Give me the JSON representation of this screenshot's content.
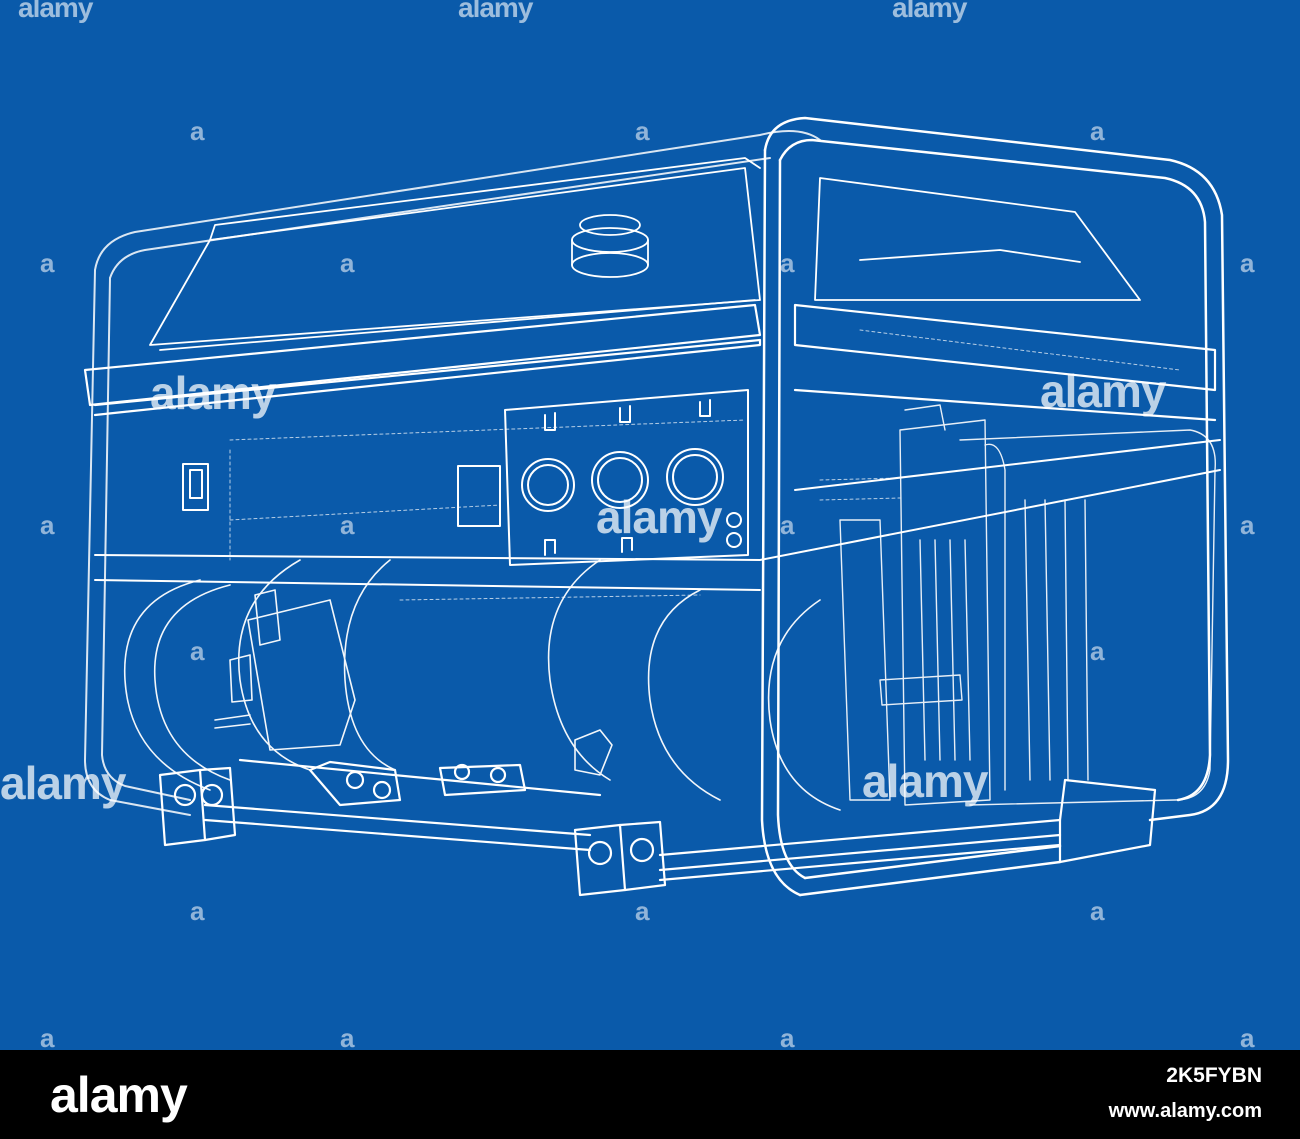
{
  "watermark": {
    "word": "alamy",
    "mark": "a"
  },
  "footer": {
    "logo": "alamy",
    "image_id": "2K5FYBN",
    "url": "www.alamy.com"
  },
  "colors": {
    "background": "#0a5aaa",
    "line": "#ffffff",
    "footer": "#000000"
  }
}
